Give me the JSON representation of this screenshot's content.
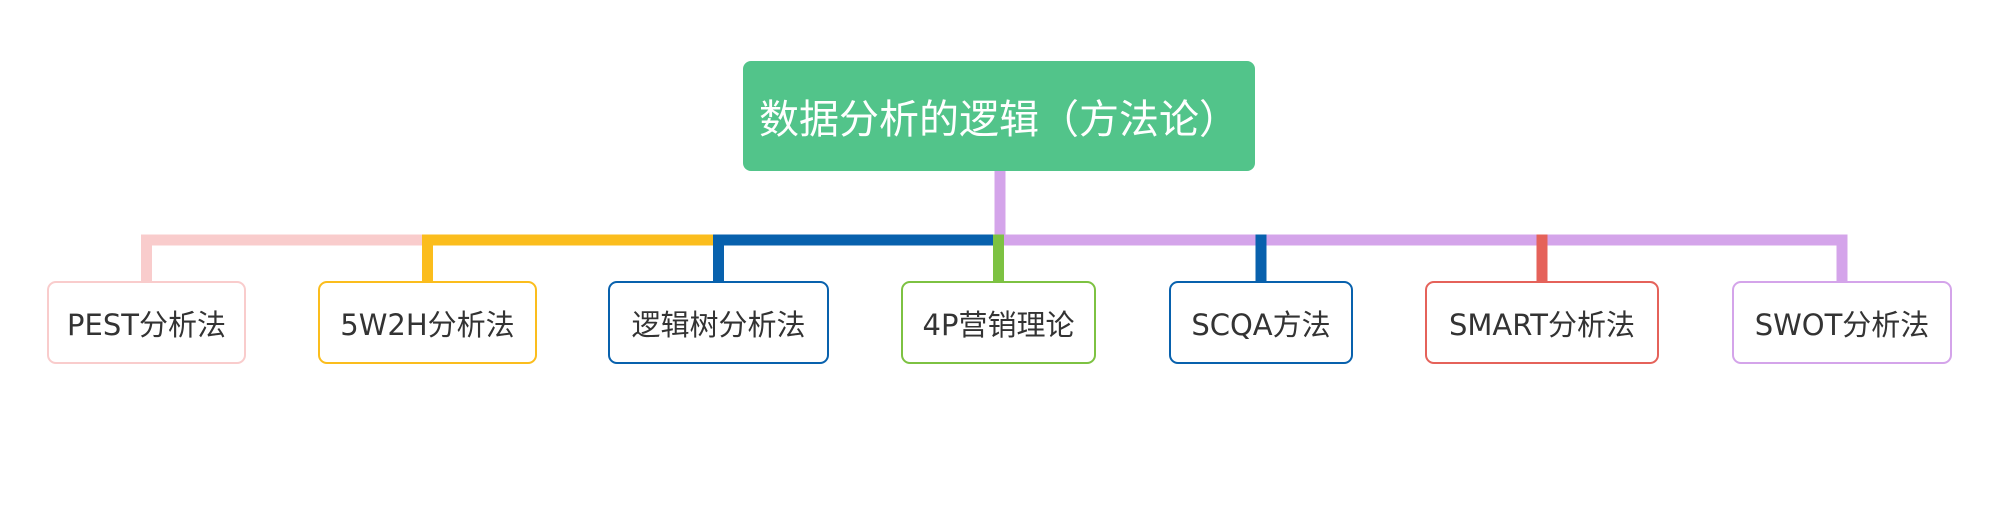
{
  "root": {
    "label": "数据分析的逻辑（方法论）",
    "fill_color": "#52c48a",
    "text_color": "#ffffff"
  },
  "branch_color": "#d4a4ea",
  "children": [
    {
      "label": "PEST分析法",
      "color": "#f9cccc"
    },
    {
      "label": "5W2H分析法",
      "color": "#fbbd1d"
    },
    {
      "label": "逻辑树分析法",
      "color": "#0861ad"
    },
    {
      "label": "4P营销理论",
      "color": "#7dc242"
    },
    {
      "label": "SCQA方法",
      "color": "#0861ad"
    },
    {
      "label": "SMART分析法",
      "color": "#e5625a"
    },
    {
      "label": "SWOT分析法",
      "color": "#d4a4ea"
    }
  ]
}
